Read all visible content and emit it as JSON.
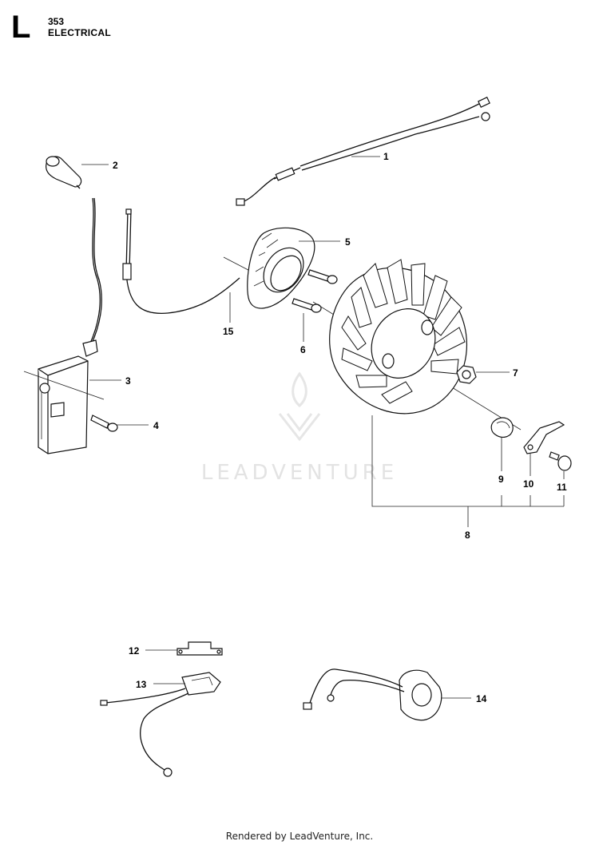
{
  "header": {
    "section_letter": "L",
    "model": "353",
    "section_title": "ELECTRICAL"
  },
  "watermark": {
    "text": "LEADVENTURE"
  },
  "callouts": {
    "c1": "1",
    "c2": "2",
    "c3": "3",
    "c4": "4",
    "c5": "5",
    "c6": "6",
    "c7": "7",
    "c8": "8",
    "c9": "9",
    "c10": "10",
    "c11": "11",
    "c12": "12",
    "c13": "13",
    "c14": "14",
    "c15": "15"
  },
  "footer": {
    "text": "Rendered by LeadVenture, Inc."
  }
}
